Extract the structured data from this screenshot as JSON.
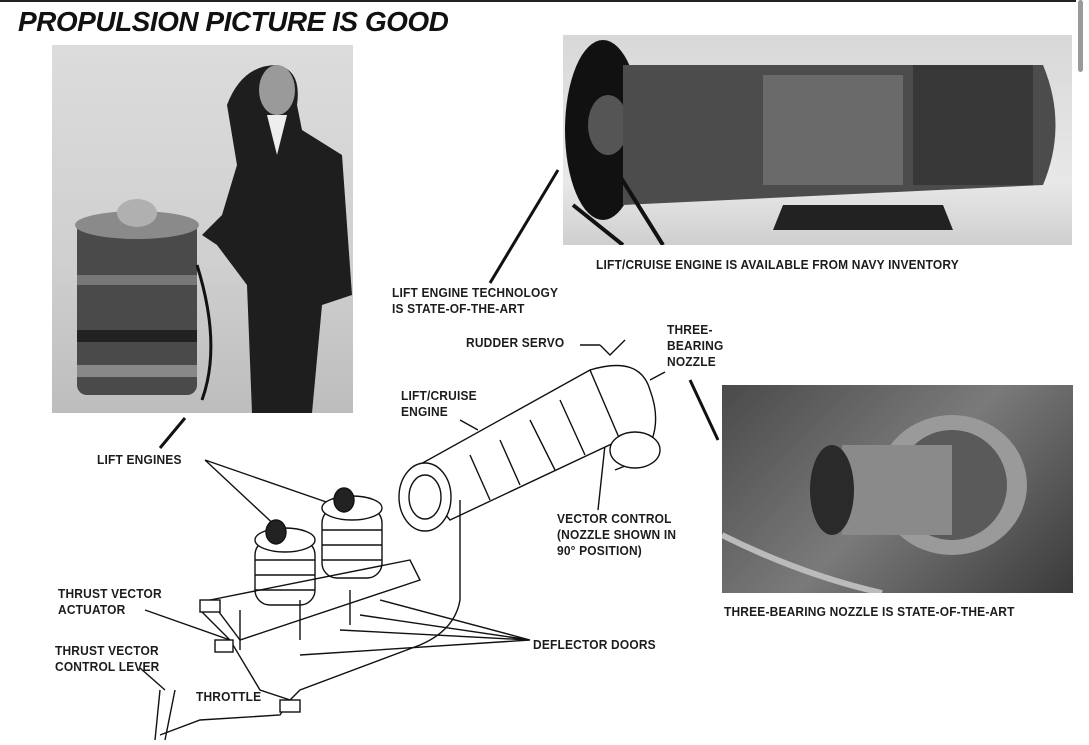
{
  "title": "PROPULSION PICTURE IS GOOD",
  "captions": {
    "lift_cruise_engine_photo": "LIFT/CRUISE ENGINE IS AVAILABLE FROM NAVY INVENTORY",
    "nozzle_photo": "THREE-BEARING NOZZLE IS STATE-OF-THE-ART"
  },
  "labels": {
    "lift_tech": [
      "LIFT ENGINE TECHNOLOGY",
      "IS STATE-OF-THE-ART"
    ],
    "rudder_servo": "RUDDER SERVO",
    "three_bearing": [
      "THREE-",
      "BEARING",
      "NOZZLE"
    ],
    "lift_cruise": [
      "LIFT/CRUISE",
      "ENGINE"
    ],
    "lift_engines": "LIFT ENGINES",
    "vector_control": [
      "VECTOR CONTROL",
      "(NOZZLE SHOWN IN",
      "90° POSITION)"
    ],
    "actuator": [
      "THRUST VECTOR",
      "ACTUATOR"
    ],
    "control_lever": [
      "THRUST VECTOR",
      "CONTROL LEVER"
    ],
    "throttle": "THROTTLE",
    "deflector_doors": "DEFLECTOR DOORS"
  }
}
